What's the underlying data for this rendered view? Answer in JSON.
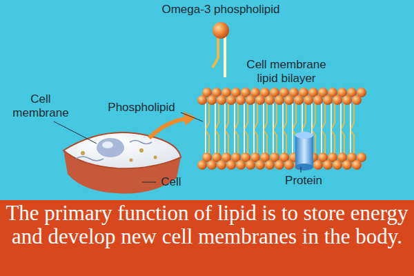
{
  "diagram": {
    "caption": "The primary function of lipid is to store energy and develop new cell membranes in the body.",
    "labels": [
      "Omega-3 phospholipid",
      "Cell membrane lipid bilayer",
      "Cell membrane",
      "Phospholipid",
      "Cell",
      "Protein"
    ]
  }
}
